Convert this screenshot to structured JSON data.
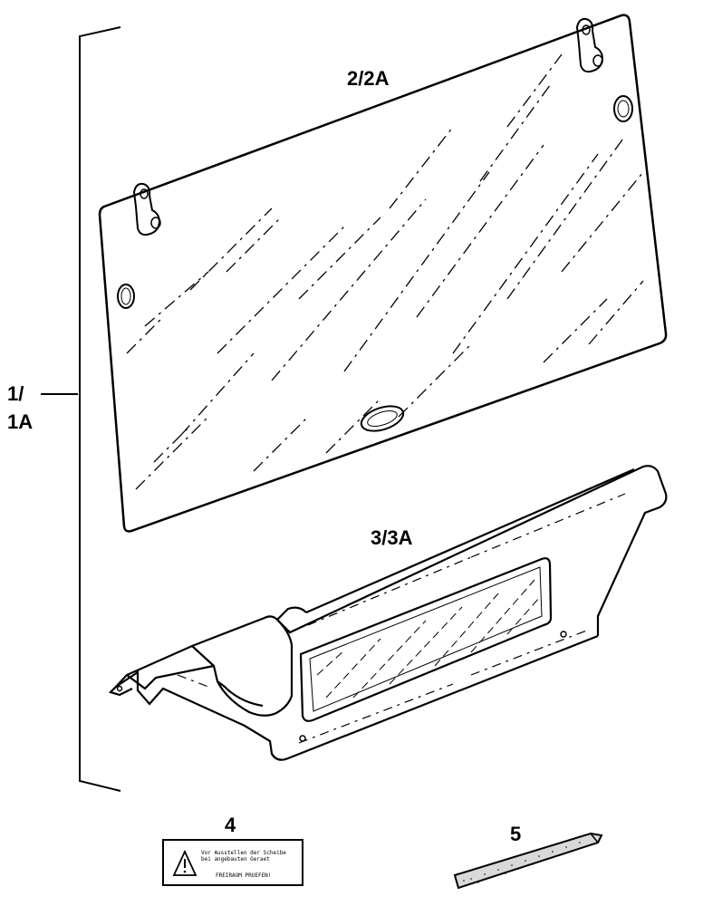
{
  "callouts": {
    "assembly_line1": "1/",
    "assembly_line2": "1A",
    "glass_panel": "2/2A",
    "lower_frame": "3/3A",
    "warning_label": "4",
    "strip": "5"
  },
  "label_text": {
    "line1": "Vor Ausstellen der Scheibe",
    "line2": "bei angebauten Geraet",
    "line3": "FREIRAUM PRUEFEN!"
  },
  "colors": {
    "ink": "#000000",
    "background": "#ffffff"
  }
}
